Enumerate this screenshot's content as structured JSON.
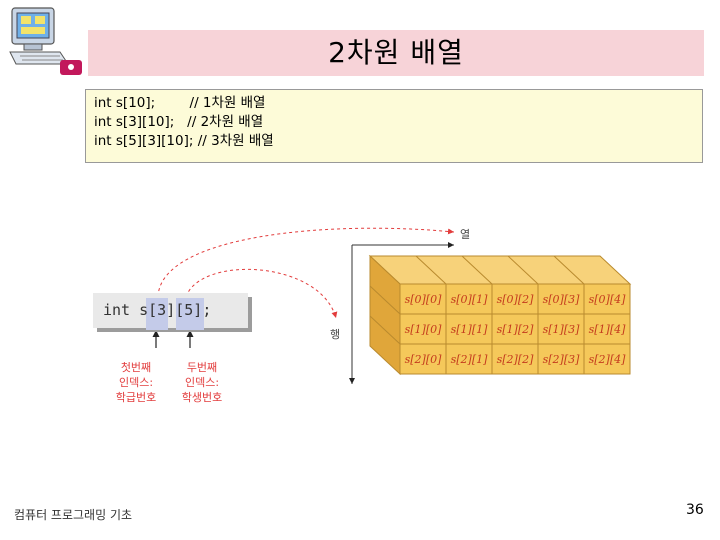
{
  "slide": {
    "title": "2차원 배열",
    "code_lines": [
      "int s[10];        // 1차원 배열",
      "int s[3][10];   // 2차원 배열",
      "int s[5][3][10]; // 3차원 배열"
    ],
    "footer": "컴퓨터 프로그래밍 기초",
    "page_number": "36"
  },
  "figure": {
    "declaration": "int s[3][5];",
    "caption_left": [
      "첫번째",
      "인덱스:",
      "학급번호"
    ],
    "caption_right": [
      "두번째",
      "인덱스:",
      "학생번호"
    ],
    "col_axis_label": "열",
    "row_axis_label": "행",
    "cells": [
      [
        "s[0][0]",
        "s[0][1]",
        "s[0][2]",
        "s[0][3]",
        "s[0][4]"
      ],
      [
        "s[1][0]",
        "s[1][1]",
        "s[1][2]",
        "s[1][3]",
        "s[1][4]"
      ],
      [
        "s[2][0]",
        "s[2][1]",
        "s[2][2]",
        "s[2][3]",
        "s[2][4]"
      ]
    ],
    "colors": {
      "cell_face": "#f5c85a",
      "cell_top": "#f7d27a",
      "cell_side": "#e0a63a",
      "cell_text": "#c43b1d",
      "arrow_red": "#e23c3c",
      "title_band": "#f7d3d8",
      "code_bg": "#fdfbd8"
    }
  }
}
